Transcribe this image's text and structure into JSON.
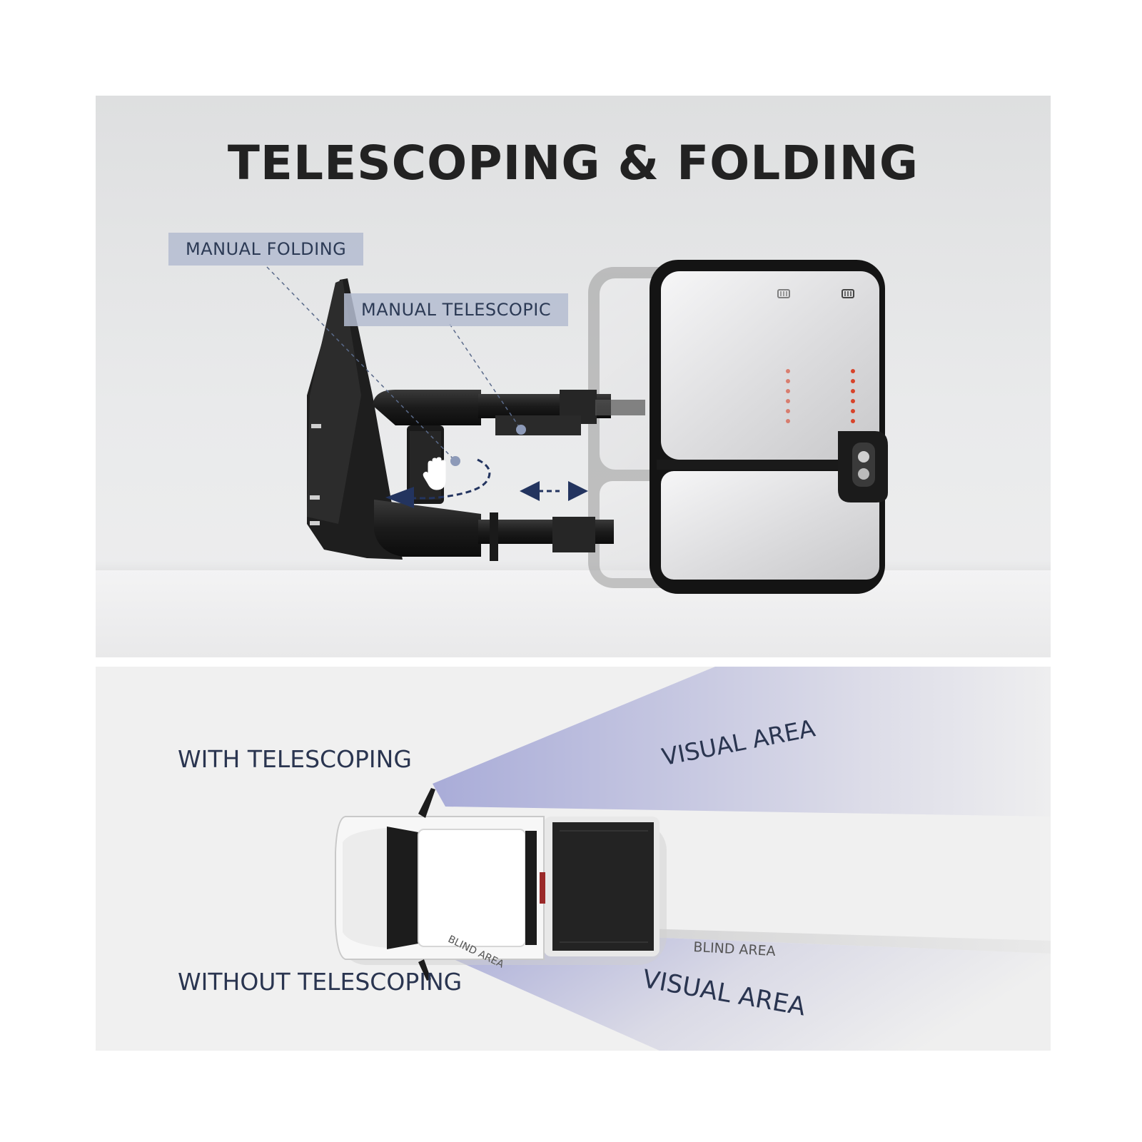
{
  "headline": "TELESCOPING & FOLDING",
  "callouts": {
    "manual_folding": "MANUAL FOLDING",
    "manual_telescopic": "MANUAL TELESCOPIC"
  },
  "comparison": {
    "with_label": "WITH TELESCOPING",
    "without_label": "WITHOUT TELESCOPING",
    "visual_area_top": "VISUAL AREA",
    "visual_area_bottom": "VISUAL AREA",
    "blind_area_right": "BLIND AREA",
    "blind_area_left": "BLIND AREA"
  },
  "icons": [
    "hand-icon",
    "fold-arrow-icon",
    "telescope-arrow-icon",
    "heater-icon"
  ],
  "colors": {
    "headline": "#222222",
    "label_text": "#2a3550",
    "tag_bg": "#b4bcd0",
    "arrow": "#23345f",
    "visual_area": "#b6b8dc",
    "turn_signal": "#d8432a"
  }
}
